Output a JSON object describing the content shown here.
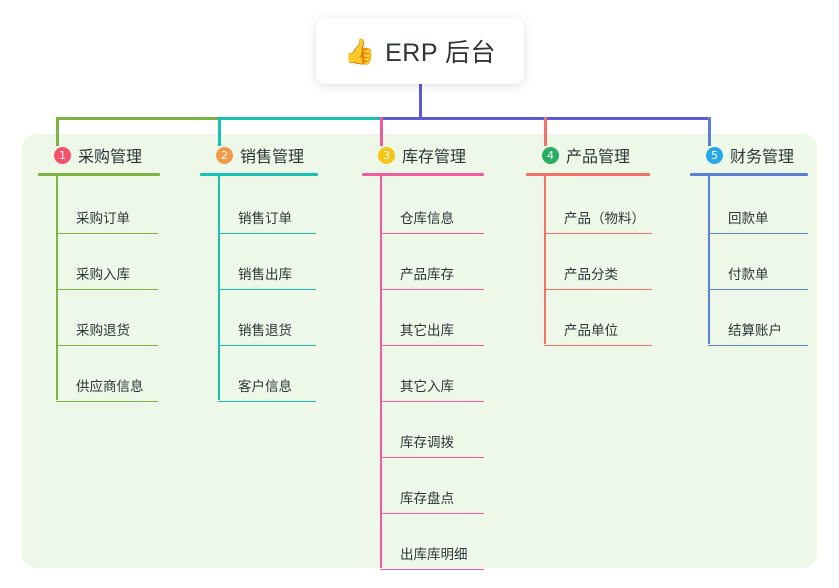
{
  "diagram": {
    "type": "mind-map",
    "root": {
      "icon": "thumbs-up-icon",
      "emoji": "👍",
      "label": "ERP 后台"
    },
    "panel_color": "#eef8e9",
    "stem_color": "#5b5bd6",
    "columns": [
      {
        "index": "1",
        "title": "采购管理",
        "badge_color": "#f4516c",
        "line_color": "#7cb342",
        "items": [
          "采购订单",
          "采购入库",
          "采购退货",
          "供应商信息"
        ]
      },
      {
        "index": "2",
        "title": "销售管理",
        "badge_color": "#f2994a",
        "line_color": "#19c2b0",
        "items": [
          "销售订单",
          "销售出库",
          "销售退货",
          "客户信息"
        ]
      },
      {
        "index": "3",
        "title": "库存管理",
        "badge_color": "#f5c518",
        "line_color": "#ef5ba1",
        "items": [
          "仓库信息",
          "产品库存",
          "其它出库",
          "其它入库",
          "库存调拨",
          "库存盘点",
          "出库库明细"
        ]
      },
      {
        "index": "4",
        "title": "产品管理",
        "badge_color": "#27ae60",
        "line_color": "#f4706a",
        "items": [
          "产品（物料）",
          "产品分类",
          "产品单位"
        ]
      },
      {
        "index": "5",
        "title": "财务管理",
        "badge_color": "#27a7e7",
        "line_color": "#5b7fd4",
        "items": [
          "回款单",
          "付款单",
          "结算账户"
        ]
      }
    ]
  }
}
